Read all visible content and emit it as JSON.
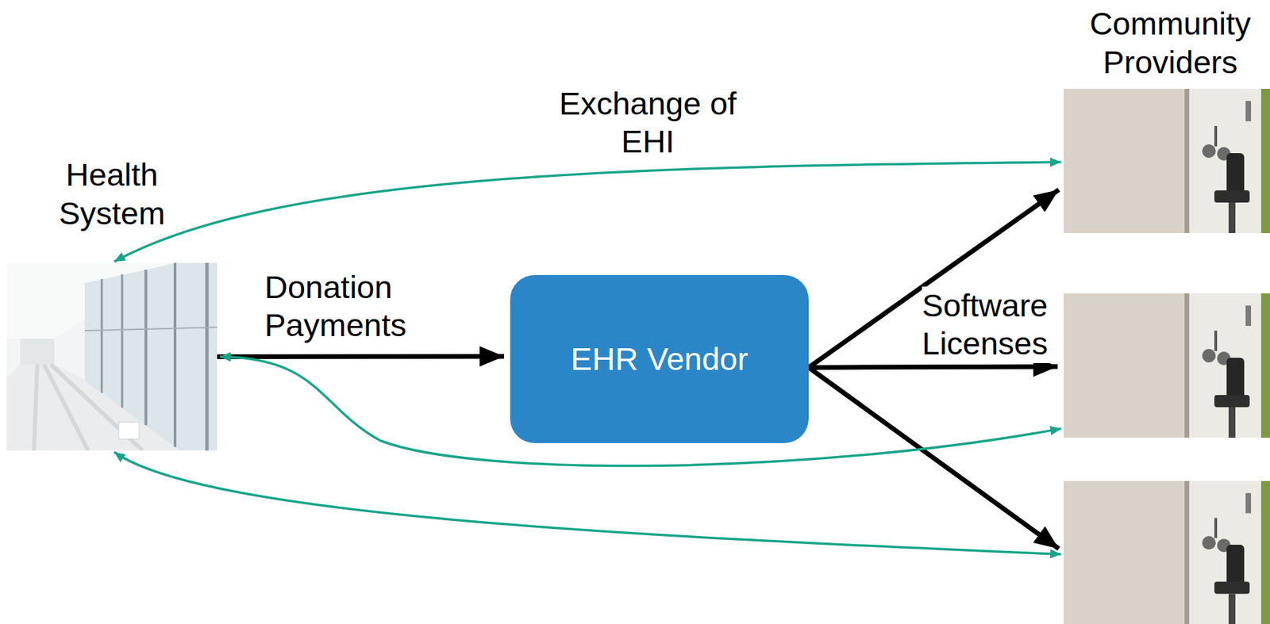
{
  "diagram": {
    "nodes": [
      {
        "text": [
          "Health System"
        ]
      },
      {
        "text": [
          "EHR Vendor"
        ]
      },
      {
        "text": [
          "Community Providers"
        ]
      }
    ],
    "edges": [
      {
        "from": 0,
        "to": 1,
        "arrow": "to",
        "label": "Donation Payments"
      },
      {
        "from": 1,
        "to": 2,
        "arrow": "to"
      },
      {
        "from": 1,
        "to": 2,
        "arrow": "to",
        "label": "Software Licenses"
      },
      {
        "from": 1,
        "to": 2,
        "arrow": "to"
      },
      {
        "from": 0,
        "to": 2,
        "arrow": "both",
        "label": "Exchange of EHI"
      },
      {
        "from": 0,
        "to": 2,
        "arrow": "both"
      },
      {
        "from": 0,
        "to": 2,
        "arrow": "both"
      }
    ]
  }
}
